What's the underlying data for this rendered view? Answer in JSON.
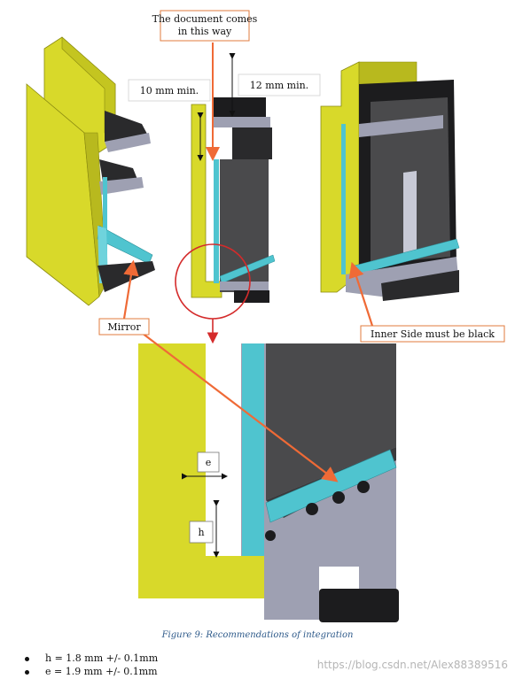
{
  "callouts": {
    "doc_direction": [
      "The document comes",
      "in this way"
    ],
    "min_10": "10 mm min.",
    "min_12": "12 mm min.",
    "mirror": "Mirror",
    "inner_side": "Inner Side must be black"
  },
  "dims": {
    "e": "e",
    "h": "h"
  },
  "caption": "Figure 9: Recommendations of integration",
  "bullets": [
    "h = 1.8 mm +/- 0.1mm",
    "e = 1.9 mm +/- 0.1mm"
  ],
  "watermark": "https://blog.csdn.net/Alex88389516",
  "colors": {
    "housing": "#d8d92a",
    "housing_dark": "#a8aa1c",
    "glass": "#4fc4cf",
    "sensor_grey": "#4a4a4c",
    "frame_light": "#9ea0b2",
    "frame_dark": "#1c1c1e",
    "callout_border": "#e07b3c",
    "arrow": "#ef6a36",
    "zoom_circle": "#d42b2b"
  }
}
